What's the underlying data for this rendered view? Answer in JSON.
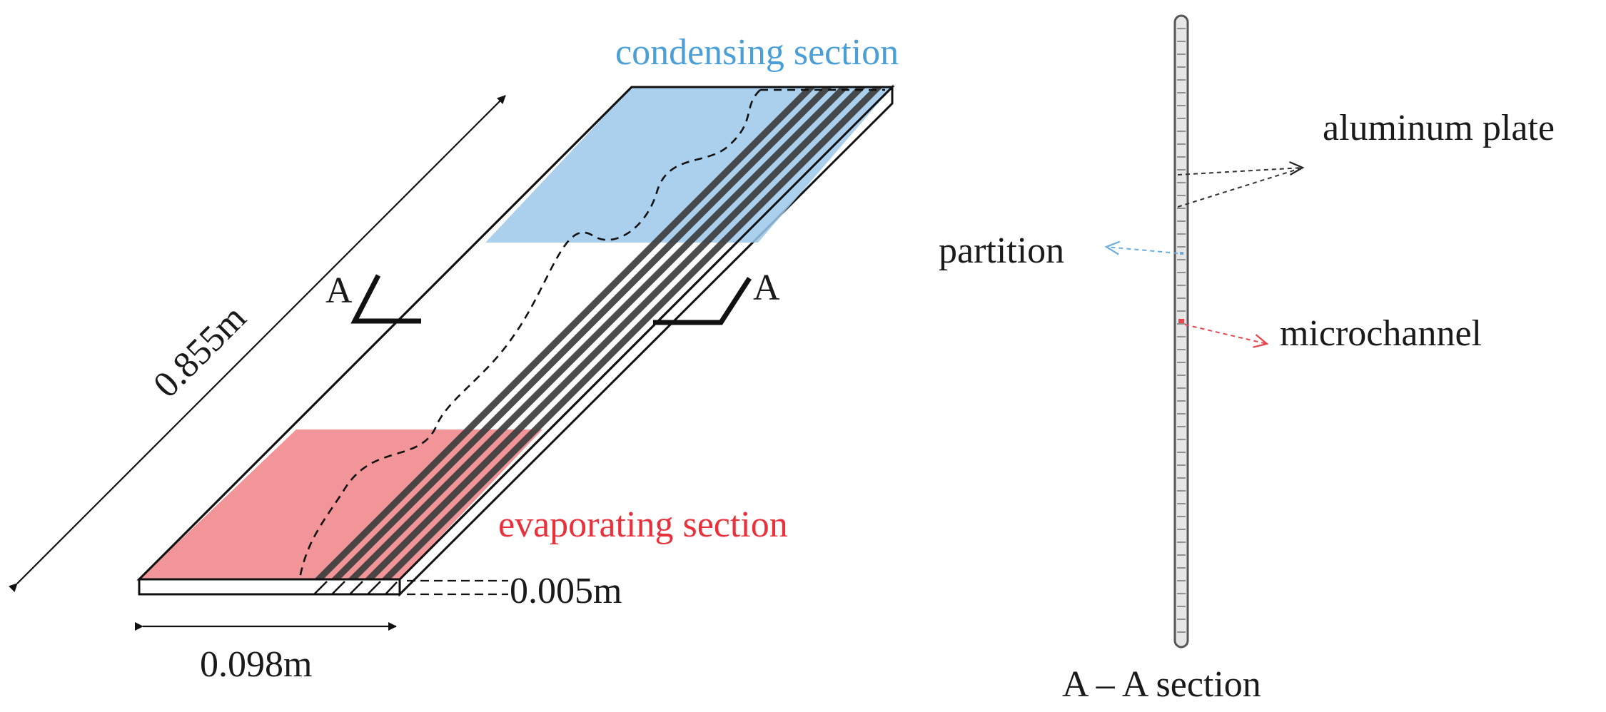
{
  "diagram": {
    "section_labels": {
      "condensing": "condensing  section",
      "evaporating": "evaporating  section"
    },
    "dimensions": {
      "length": "0.855m",
      "width": "0.098m",
      "thickness": "0.005m"
    },
    "cut_markers": {
      "left": "A",
      "right": "A"
    },
    "cross_section": {
      "title": "A – A section",
      "callouts": {
        "plate": "aluminum  plate",
        "partition": "partition",
        "microchannel": "microchannel"
      }
    },
    "colors": {
      "condensing": "#9cc8ea",
      "evaporating": "#f08a8e",
      "channel_stripe": "#3d3d3d",
      "partition_arrow": "#6aaee0",
      "microchannel_arrow": "#e8454d"
    },
    "channel_count": 5
  }
}
